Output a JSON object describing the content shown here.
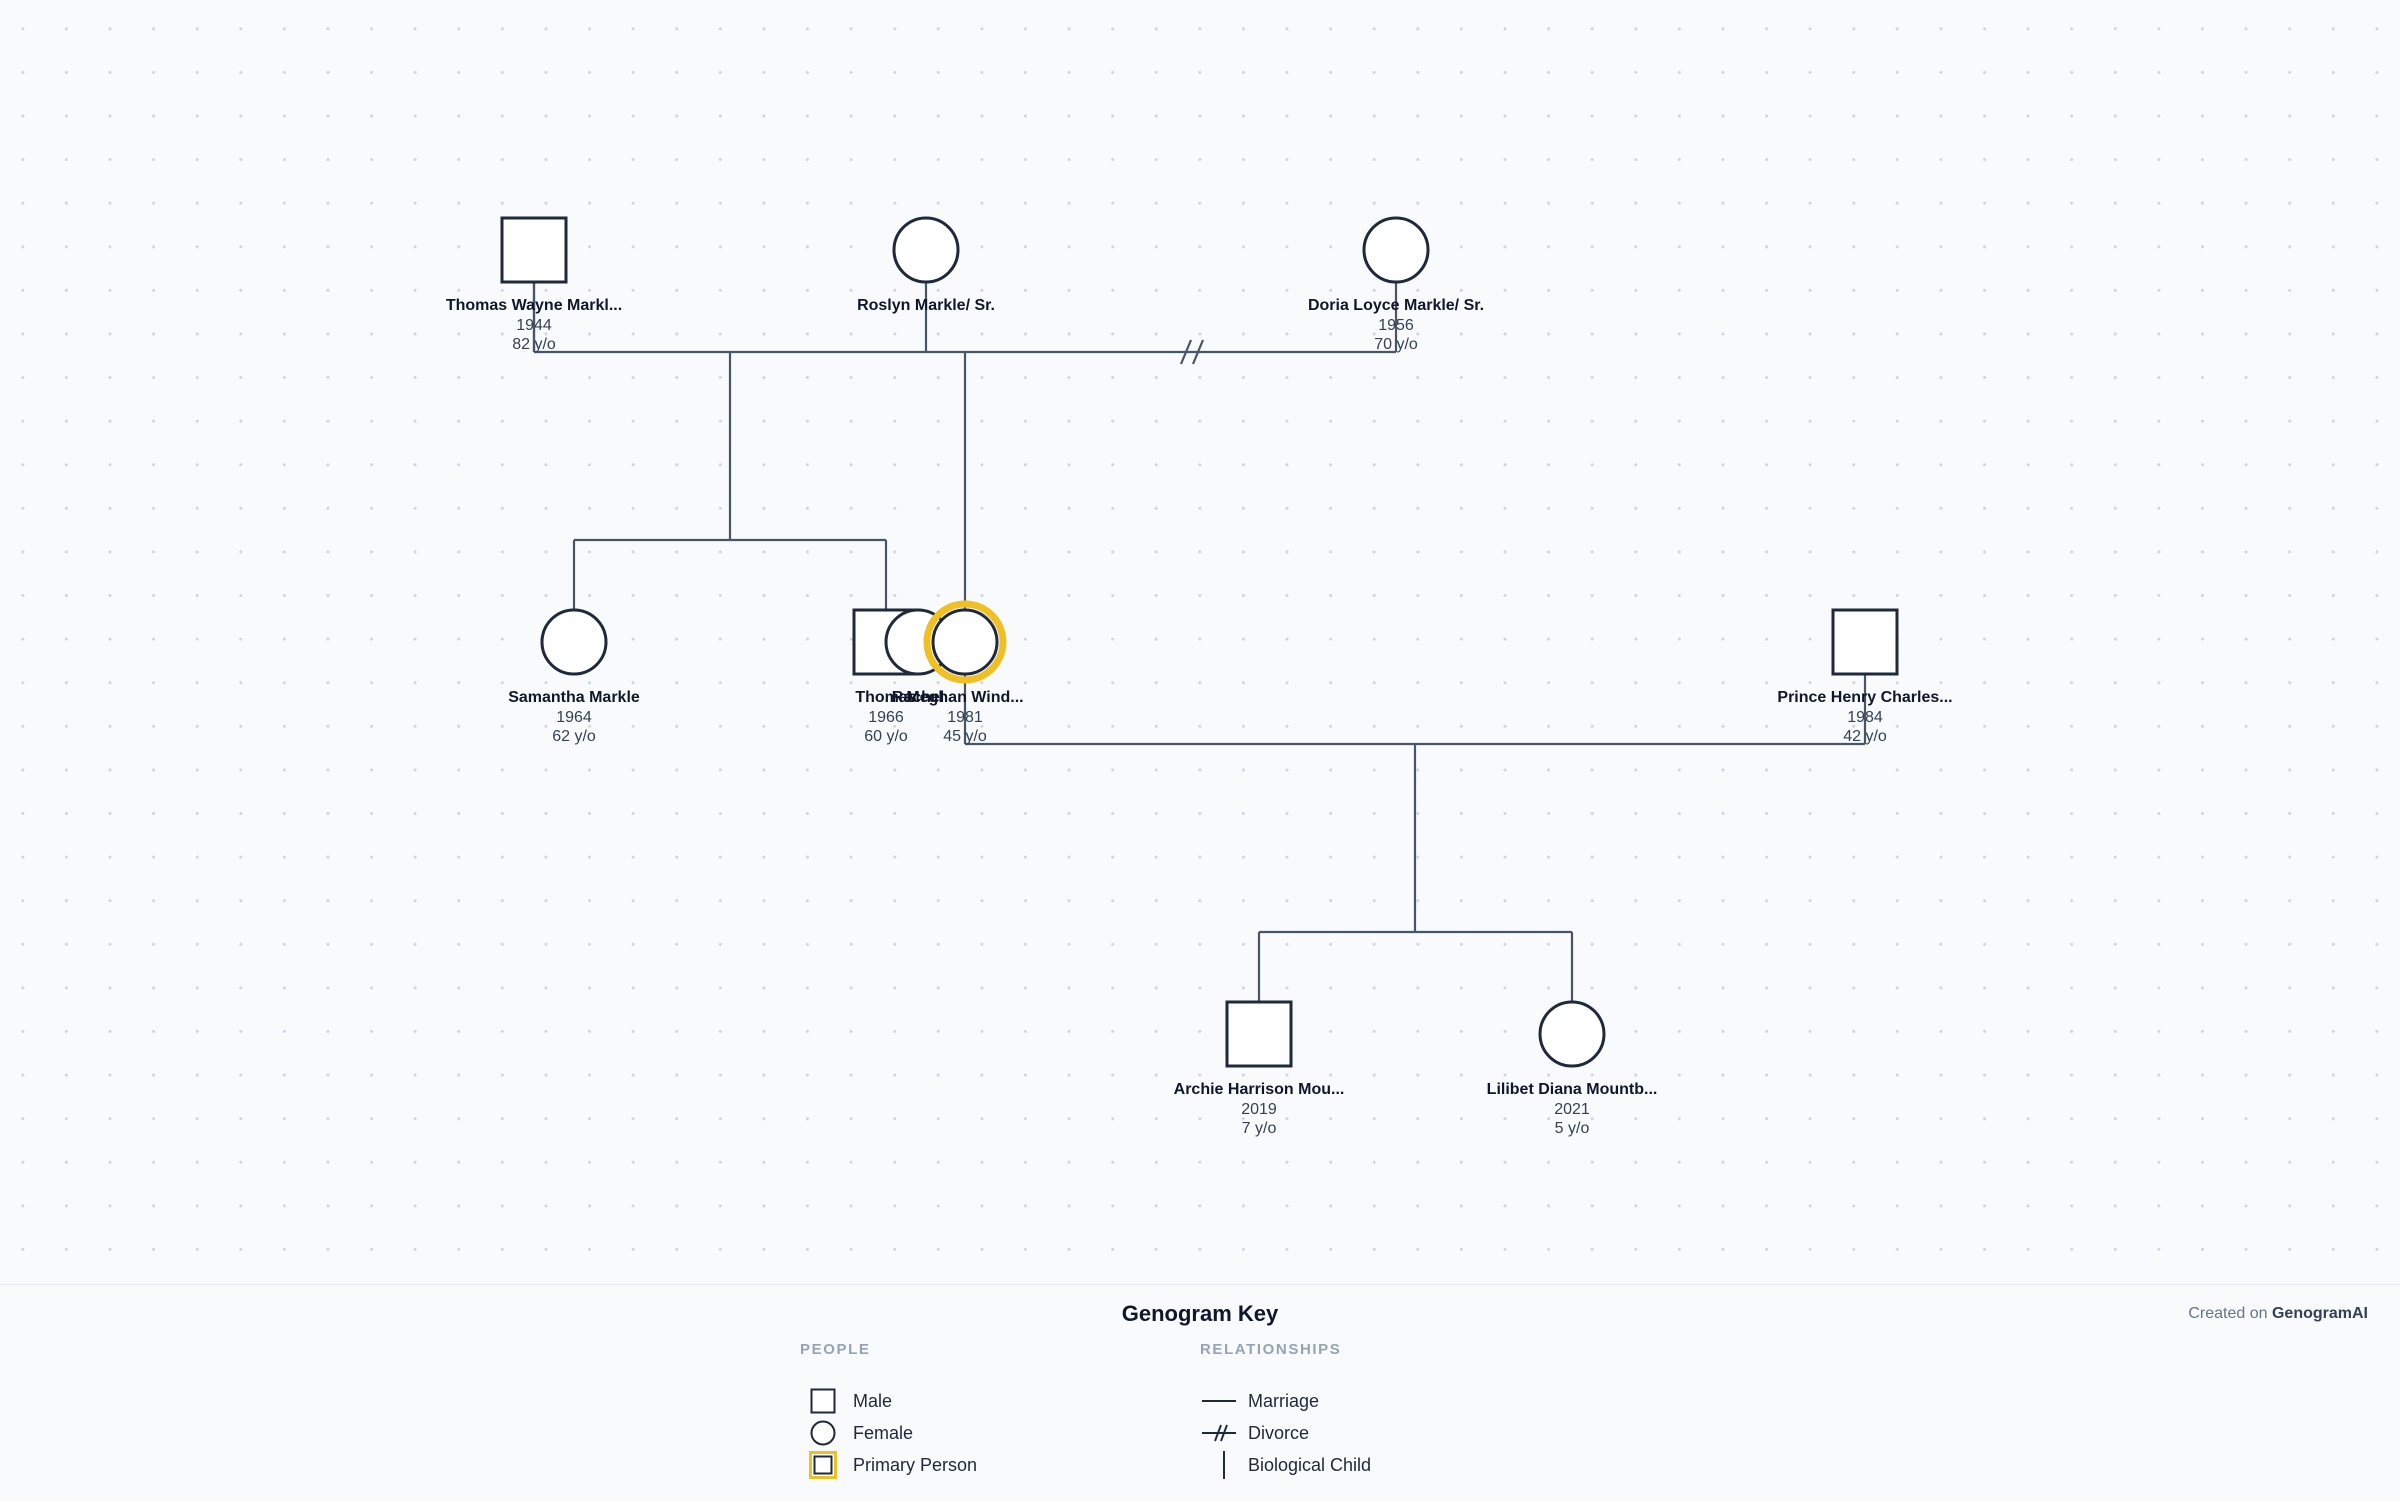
{
  "people": [
    {
      "id": "p1",
      "name": "Thomas Wayne Markl...",
      "born": "1944",
      "age": "82 y/o",
      "sex": "male",
      "primary": false
    },
    {
      "id": "p2",
      "name": "Roslyn Markle/ Sr.",
      "born": "",
      "age": "",
      "sex": "female",
      "primary": false
    },
    {
      "id": "p3",
      "name": "Doria Loyce Markle/ Sr.",
      "born": "1956",
      "age": "70 y/o",
      "sex": "female",
      "primary": false
    },
    {
      "id": "p4",
      "name": "Samantha Markle",
      "born": "1964",
      "age": "62 y/o",
      "sex": "female",
      "primary": false
    },
    {
      "id": "p5",
      "name": "Thomas",
      "born": "1966",
      "age": "60 y/o",
      "sex": "male",
      "primary": false
    },
    {
      "id": "p6",
      "name": "Rachel",
      "born": "",
      "age": "",
      "sex": "female",
      "primary": false
    },
    {
      "id": "p7",
      "name": "Meghan Wind...",
      "born": "1981",
      "age": "45 y/o",
      "sex": "female",
      "primary": true
    },
    {
      "id": "p8",
      "name": "Prince Henry Charles...",
      "born": "1984",
      "age": "42 y/o",
      "sex": "male",
      "primary": false
    },
    {
      "id": "p9",
      "name": "Archie Harrison Mou...",
      "born": "2019",
      "age": "7 y/o",
      "sex": "male",
      "primary": false
    },
    {
      "id": "p10",
      "name": "Lilibet Diana Mountb...",
      "born": "2021",
      "age": "5 y/o",
      "sex": "female",
      "primary": false
    }
  ],
  "relationships": [
    {
      "type": "marriage",
      "from": "p1",
      "to": "p2"
    },
    {
      "type": "divorce",
      "from": "p1",
      "to": "p3"
    },
    {
      "type": "marriage",
      "from": "p7",
      "to": "p8"
    }
  ],
  "children": [
    {
      "union": 0,
      "children": [
        "p4",
        "p5"
      ]
    },
    {
      "union": 1,
      "children": [
        "p7"
      ]
    },
    {
      "union": 2,
      "children": [
        "p9",
        "p10"
      ]
    }
  ],
  "colors": {
    "primary_ring": "#f0bf24",
    "node_stroke": "#1e293b",
    "line": "#475569"
  },
  "key": {
    "title": "Genogram Key",
    "people_heading": "PEOPLE",
    "relationships_heading": "RELATIONSHIPS",
    "male_label": "Male",
    "female_label": "Female",
    "primary_label": "Primary Person",
    "marriage_label": "Marriage",
    "divorce_label": "Divorce",
    "child_label": "Biological Child"
  },
  "credit": {
    "prefix": "Created on",
    "brand": "GenogramAI"
  }
}
